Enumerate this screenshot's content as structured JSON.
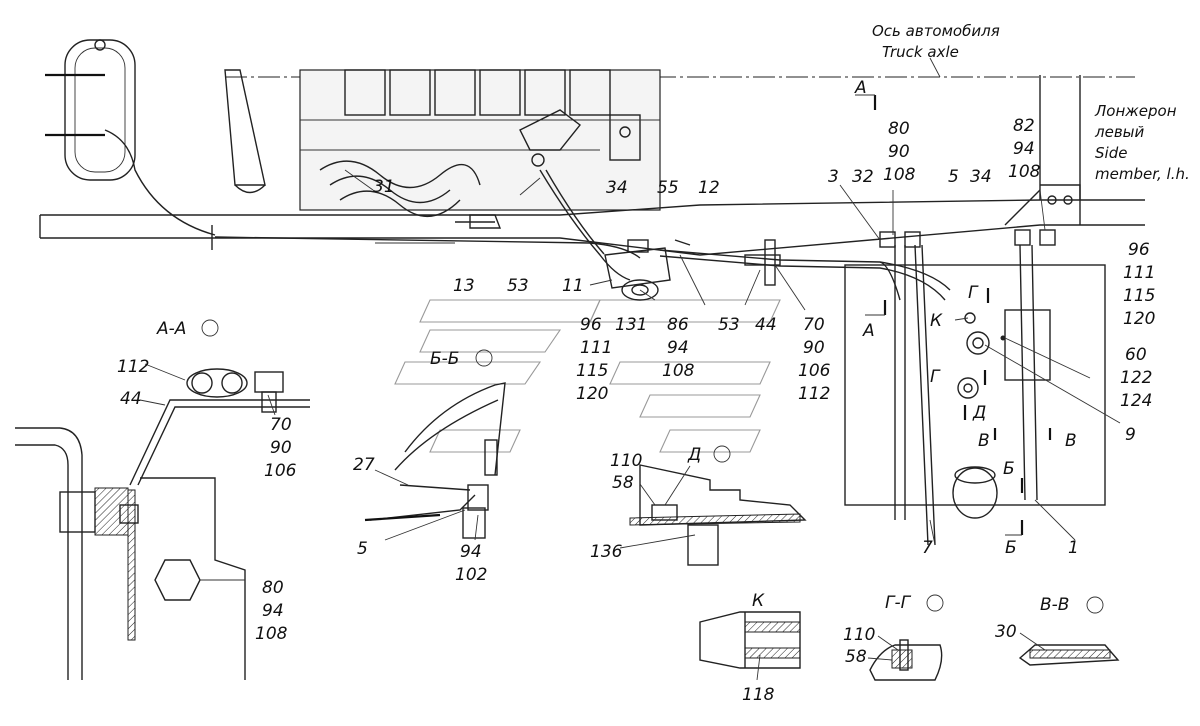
{
  "axis_label_ru": "Ось автомобиля",
  "axis_label_en": "Truck axle",
  "side_member_ru_1": "Лонжерон",
  "side_member_ru_2": "левый",
  "side_member_en_1": "Side",
  "side_member_en_2": "member, l.h.",
  "section_marks": {
    "a": "А",
    "b": "Б",
    "v": "В",
    "g": "Г",
    "d": "Д",
    "k": "К"
  },
  "section_titles": {
    "aa": "А-А",
    "bb": "Б-Б",
    "d": "Д",
    "k": "К",
    "gg": "Г-Г",
    "vv": "В-В"
  },
  "labels": {
    "n80_90_108": [
      "80",
      "90",
      "108"
    ],
    "n82_94_108": [
      "82",
      "94",
      "108"
    ],
    "n3": "3",
    "n32": "32",
    "n5": "5",
    "n34": "34",
    "n31": "31",
    "n34b": "34",
    "n55": "55",
    "n12": "12",
    "n13": "13",
    "n53": "53",
    "n11": "11",
    "n96_111_115_120": [
      "96",
      "111",
      "115",
      "120"
    ],
    "n131": "131",
    "n86_94_108": [
      "86",
      "94",
      "108"
    ],
    "n53b": "53",
    "n44": "44",
    "n70_90_106_112": [
      "70",
      "90",
      "106",
      "112"
    ],
    "n96r": [
      "96",
      "111",
      "115",
      "120"
    ],
    "n60_122_124": [
      "60",
      "122",
      "124"
    ],
    "n9": "9",
    "n7": "7",
    "n1": "1",
    "n112": "112",
    "n44a": "44",
    "n70_90_106": [
      "70",
      "90",
      "106"
    ],
    "n80_94_108": [
      "80",
      "94",
      "108"
    ],
    "n27": "27",
    "n5b": "5",
    "n94_102": [
      "94",
      "102"
    ],
    "n110": "110",
    "n58": "58",
    "n136": "136",
    "n118": "118",
    "n110b": "110",
    "n58b": "58",
    "n30": "30"
  }
}
